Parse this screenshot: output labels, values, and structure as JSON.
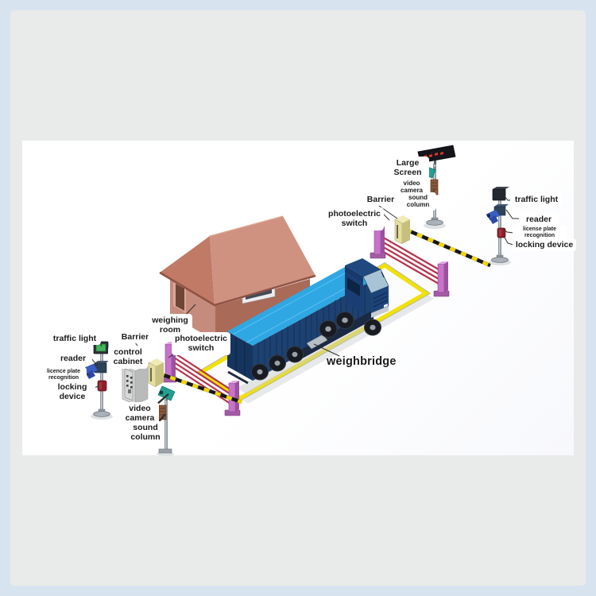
{
  "frame": {
    "page_bg": "#d8e3f0",
    "panel_bg": "#e8ebe9",
    "canvas_bg": "#ffffff"
  },
  "labels": {
    "large_screen": "Large\nScreen",
    "video_camera_top": "video\ncamera",
    "sound_column_top": "sound\ncolumn",
    "barrier_right": "Barrier",
    "photoelectric_right": "photoelectric\nswitch",
    "traffic_light_right": "traffic light",
    "reader_right": "reader",
    "license_plate_right": "license plate\nrecognition",
    "locking_device_right": "locking device",
    "traffic_light_left": "traffic light",
    "reader_left": "reader",
    "licence_plate_left": "licence plate\nrecognition",
    "locking_device_left": "locking\ndevice",
    "barrier_left": "Barrier",
    "control_cabinet": "control\ncabinet",
    "weighing_room": "weighing\nroom",
    "photoelectric_left": "photoelectric\nswitch",
    "video_camera_left": "video\ncamera",
    "sound_column_left": "sound\ncolumn",
    "weighbridge": "weighbridge"
  },
  "colors": {
    "roof_front": "#cf9180",
    "roof_left": "#c07a66",
    "wall_left": "#c58b7c",
    "wall_right": "#a96a58",
    "platform_yellow": "#f0e10a",
    "beam_red": "#b5344b",
    "post_purple": "#c873ca",
    "barrier_body": "#e5df9f",
    "arm_stripe_yellow": "#f3d600",
    "truck_top": "#2fa7e3",
    "truck_side": "#1d4170",
    "cab_blue": "#1a3e74",
    "windshield": "#a9c3d6",
    "cabinet_gray": "#d7d9d8",
    "pole_gray": "#8e959c",
    "camera_teal": "#21a092",
    "sound_brown": "#8a5a3e",
    "screen_black": "#14161b",
    "led_red": "#e23425",
    "traffic_green": "#43b45c",
    "plate_cam_blue": "#3a5ec2",
    "lock_red": "#8e2028"
  }
}
